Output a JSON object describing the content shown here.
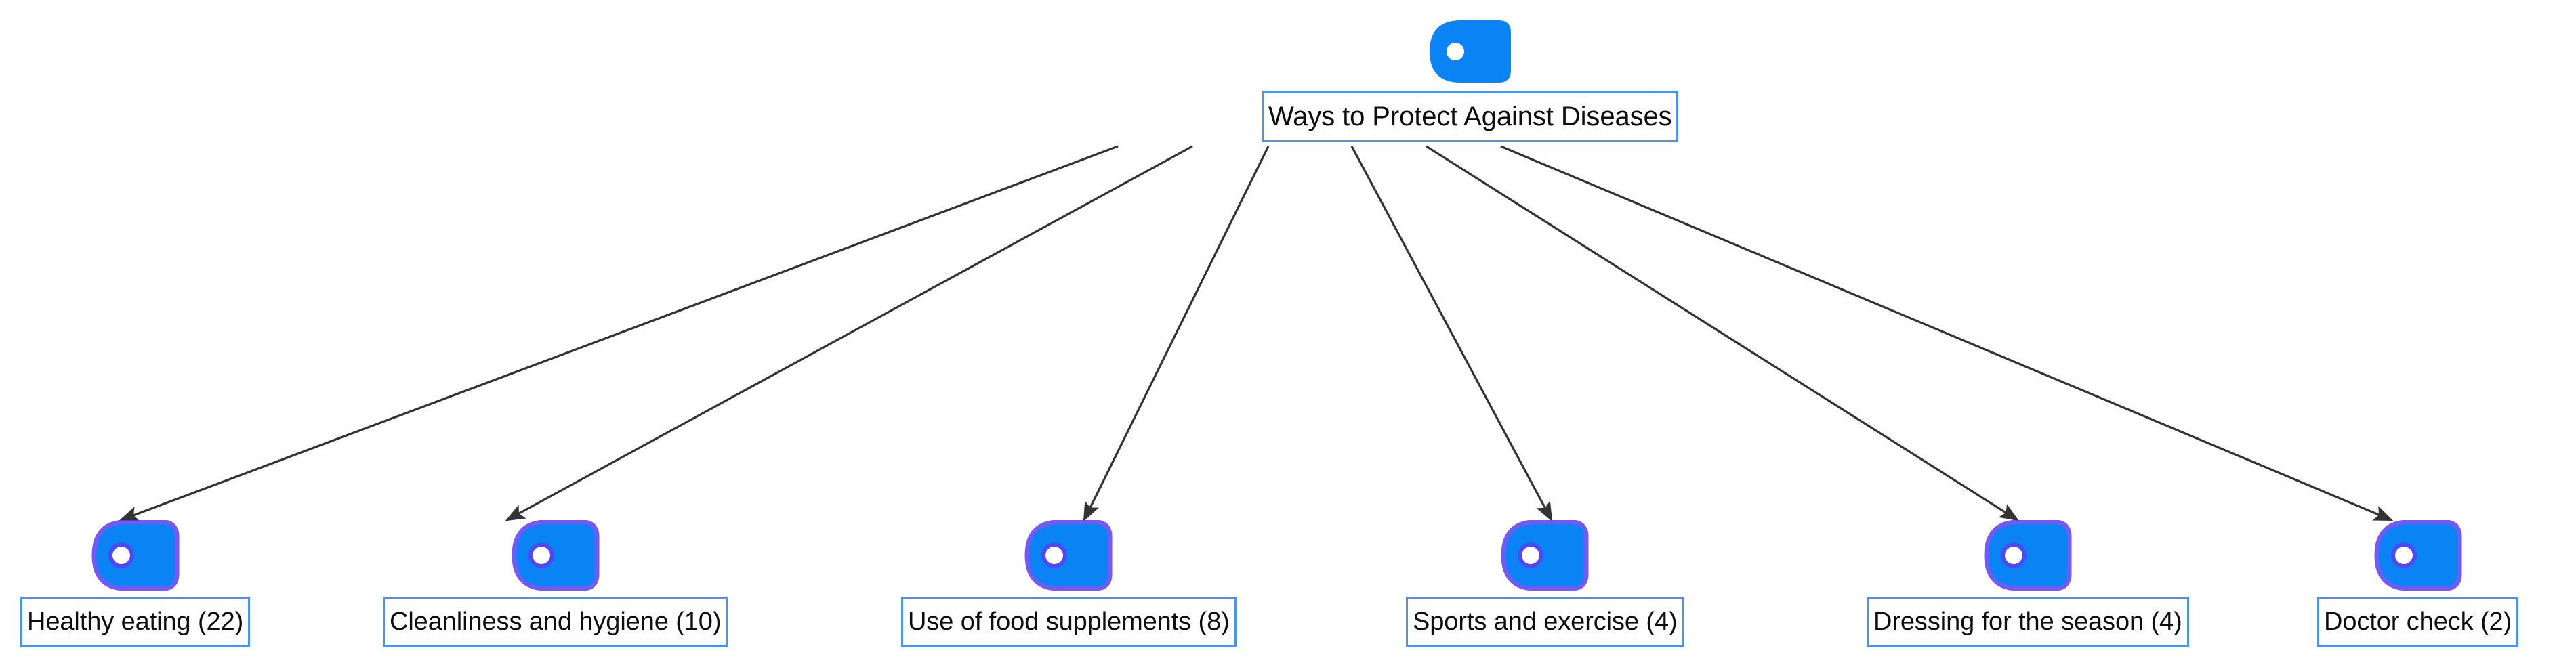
{
  "diagram": {
    "type": "mind-map-tree",
    "title": "Ways to Protect Against Diseases",
    "background_color": "#ffffff",
    "node_border_color": "#4a94ef",
    "node_fill_color": "#ffffff",
    "icon_color": "#0a84f5",
    "icon_glow_color": "#5a3df5",
    "icon_dot_color": "#ffffff",
    "edge_color": "#404040",
    "text_color": "#0d0d0d"
  },
  "root": {
    "label": "Ways to Protect Against Diseases",
    "icon": "tag-icon"
  },
  "children": [
    {
      "label": "Healthy eating (22)",
      "topic": "Healthy eating",
      "count": 22,
      "icon": "tag-icon"
    },
    {
      "label": "Cleanliness and hygiene (10)",
      "topic": "Cleanliness and hygiene",
      "count": 10,
      "icon": "tag-icon"
    },
    {
      "label": "Use of food supplements (8)",
      "topic": "Use of food supplements",
      "count": 8,
      "icon": "tag-icon"
    },
    {
      "label": "Sports and exercise (4)",
      "topic": "Sports and exercise",
      "count": 4,
      "icon": "tag-icon"
    },
    {
      "label": "Dressing for the season (4)",
      "topic": "Dressing for the season",
      "count": 4,
      "icon": "tag-icon"
    },
    {
      "label": "Doctor check (2)",
      "topic": "Doctor check",
      "count": 2,
      "icon": "tag-icon"
    }
  ]
}
